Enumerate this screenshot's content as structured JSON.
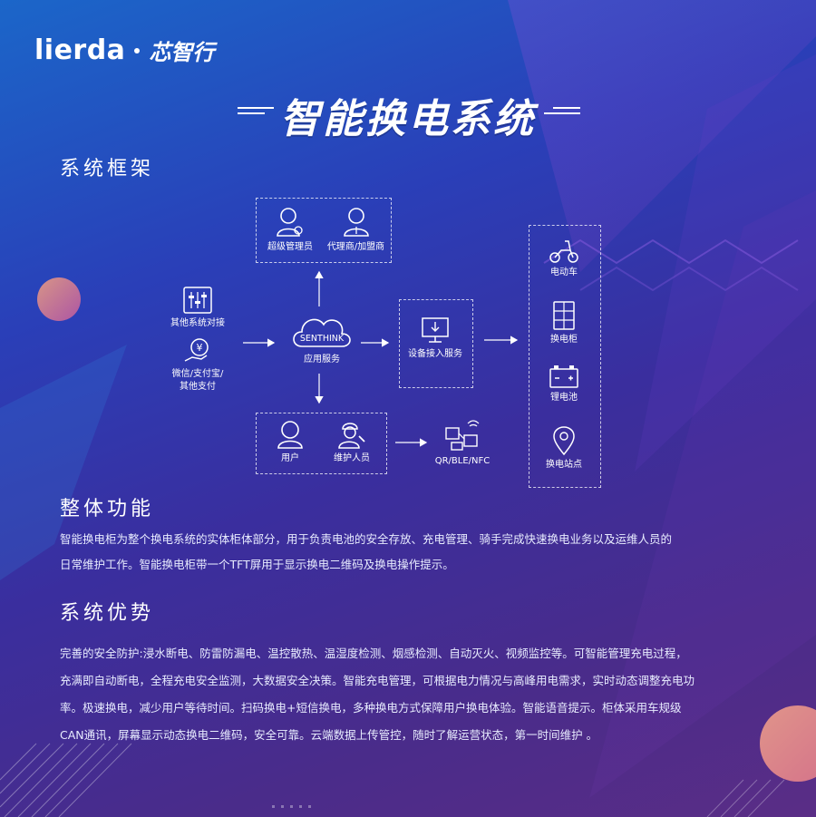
{
  "brand": {
    "logo_text": "lierda",
    "partner_text": "芯智行"
  },
  "title": "智能换电系统",
  "sections": {
    "framework": "系统框架",
    "features": "整体功能",
    "advantages": "系统优势"
  },
  "diagram": {
    "super_admin": "超级管理员",
    "agent": "代理商/加盟商",
    "other_systems": "其他系统对接",
    "payment_line1": "微信/支付宝/",
    "payment_line2": "其他支付",
    "cloud_name": "SENTHINK",
    "app_service": "应用服务",
    "device_access": "设备接入服务",
    "user": "用户",
    "maintainer": "维护人员",
    "connectivity": "QR/BLE/NFC",
    "ebike": "电动车",
    "cabinet": "换电柜",
    "battery": "锂电池",
    "station": "换电站点"
  },
  "features_text_line1": "智能换电柜为整个换电系统的实体柜体部分，用于负责电池的安全存放、充电管理、骑手完成快速换电业务以及运维人员的",
  "features_text_line2": "日常维护工作。智能换电柜带一个TFT屏用于显示换电二维码及换电操作提示。",
  "advantages_lines": [
    "完善的安全防护:浸水断电、防雷防漏电、温控散热、温湿度检测、烟感检测、自动灭火、视频监控等。可智能管理充电过程，",
    "充满即自动断电，全程充电安全监测，大数据安全决策。智能充电管理，可根据电力情况与高峰用电需求，实时动态调整充电功",
    "率。极速换电，减少用户等待时间。扫码换电+短信换电，多种换电方式保障用户换电体验。智能语音提示。柜体采用车规级",
    "CAN通讯，屏幕显示动态换电二维码，安全可靠。云端数据上传管控，随时了解运营状态，第一时间维护 。"
  ],
  "colors": {
    "bg_start": "#1b66c9",
    "bg_end": "#5a2d86",
    "accent_orange": "#f4a07a",
    "accent_purple": "#b04fd0"
  }
}
